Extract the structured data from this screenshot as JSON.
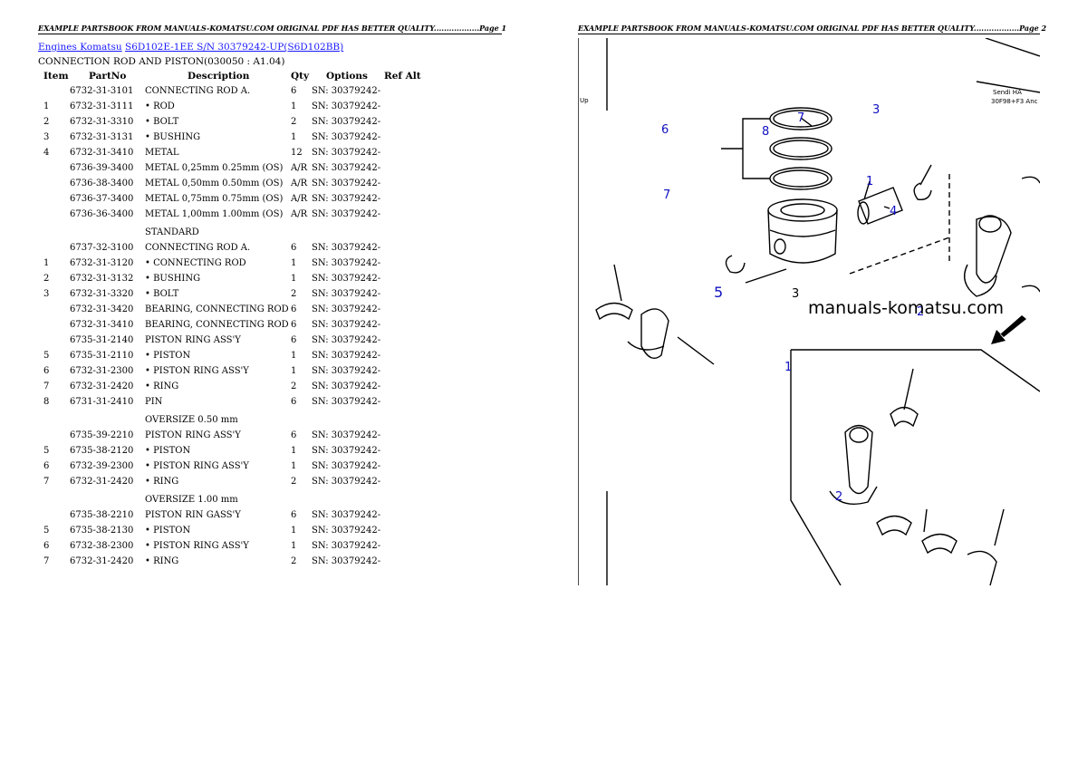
{
  "page1": {
    "header": "EXAMPLE PARTSBOOK FROM MANUALS-KOMATSU.COM ORIGINAL PDF HAS BETTER QUALITY..................Page 1",
    "breadcrumb": {
      "link1": "Engines Komatsu",
      "link2": "S6D102E-1EE S/N 30379242-UP(S6D102BB)"
    },
    "section_title": "CONNECTION ROD AND PISTON(030050 : A1.04)",
    "columns": {
      "item": "Item",
      "partno": "PartNo",
      "description": "Description",
      "qty": "Qty",
      "options": "Options",
      "refalt": "Ref Alt"
    },
    "rows": [
      {
        "item": "",
        "part": "6732-31-3101",
        "desc": "CONNECTING ROD A.",
        "qty": "6",
        "opt": "SN: 30379242-"
      },
      {
        "item": "1",
        "part": "6732-31-3111",
        "desc": "• ROD",
        "qty": "1",
        "opt": "SN: 30379242-"
      },
      {
        "item": "2",
        "part": "6732-31-3310",
        "desc": "• BOLT",
        "qty": "2",
        "opt": "SN: 30379242-"
      },
      {
        "item": "3",
        "part": "6732-31-3131",
        "desc": "• BUSHING",
        "qty": "1",
        "opt": "SN: 30379242-"
      },
      {
        "item": "4",
        "part": "6732-31-3410",
        "desc": "METAL",
        "qty": "12",
        "opt": "SN: 30379242-"
      },
      {
        "item": "",
        "part": "6736-39-3400",
        "desc": "METAL 0,25mm 0.25mm (OS)",
        "qty": "A/R",
        "opt": "SN: 30379242-"
      },
      {
        "item": "",
        "part": "6736-38-3400",
        "desc": "METAL 0,50mm 0.50mm (OS)",
        "qty": "A/R",
        "opt": "SN: 30379242-"
      },
      {
        "item": "",
        "part": "6736-37-3400",
        "desc": "METAL 0,75mm 0.75mm (OS)",
        "qty": "A/R",
        "opt": "SN: 30379242-"
      },
      {
        "item": "",
        "part": "6736-36-3400",
        "desc": "METAL 1,00mm 1.00mm (OS)",
        "qty": "A/R",
        "opt": "SN: 30379242-",
        "note": "STANDARD"
      },
      {
        "item": "",
        "part": "6737-32-3100",
        "desc": "CONNECTING ROD A.",
        "qty": "6",
        "opt": "SN: 30379242-"
      },
      {
        "item": "1",
        "part": "6732-31-3120",
        "desc": "• CONNECTING ROD",
        "qty": "1",
        "opt": "SN: 30379242-"
      },
      {
        "item": "2",
        "part": "6732-31-3132",
        "desc": "• BUSHING",
        "qty": "1",
        "opt": "SN: 30379242-"
      },
      {
        "item": "3",
        "part": "6732-31-3320",
        "desc": "• BOLT",
        "qty": "2",
        "opt": "SN: 30379242-"
      },
      {
        "item": "",
        "part": "6732-31-3420",
        "desc": "BEARING, CONNECTING ROD",
        "qty": "6",
        "opt": "SN: 30379242-"
      },
      {
        "item": "",
        "part": "6732-31-3410",
        "desc": "BEARING, CONNECTING ROD",
        "qty": "6",
        "opt": "SN: 30379242-"
      },
      {
        "item": "",
        "part": "6735-31-2140",
        "desc": "PISTON RING ASS'Y",
        "qty": "6",
        "opt": "SN: 30379242-"
      },
      {
        "item": "5",
        "part": "6735-31-2110",
        "desc": "• PISTON",
        "qty": "1",
        "opt": "SN: 30379242-"
      },
      {
        "item": "6",
        "part": "6732-31-2300",
        "desc": "• PISTON RING ASS'Y",
        "qty": "1",
        "opt": "SN: 30379242-"
      },
      {
        "item": "7",
        "part": "6732-31-2420",
        "desc": "• RING",
        "qty": "2",
        "opt": "SN: 30379242-"
      },
      {
        "item": "8",
        "part": "6731-31-2410",
        "desc": "PIN",
        "qty": "6",
        "opt": "SN: 30379242-",
        "note": "OVERSIZE 0.50 mm"
      },
      {
        "item": "",
        "part": "6735-39-2210",
        "desc": "PISTON RING ASS'Y",
        "qty": "6",
        "opt": "SN: 30379242-"
      },
      {
        "item": "5",
        "part": "6735-38-2120",
        "desc": "• PISTON",
        "qty": "1",
        "opt": "SN: 30379242-"
      },
      {
        "item": "6",
        "part": "6732-39-2300",
        "desc": "• PISTON RING ASS'Y",
        "qty": "1",
        "opt": "SN: 30379242-"
      },
      {
        "item": "7",
        "part": "6732-31-2420",
        "desc": "• RING",
        "qty": "2",
        "opt": "SN: 30379242-",
        "note": "OVERSIZE 1.00 mm"
      },
      {
        "item": "",
        "part": "6735-38-2210",
        "desc": "PISTON RIN GASS'Y",
        "qty": "6",
        "opt": "SN: 30379242-"
      },
      {
        "item": "5",
        "part": "6735-38-2130",
        "desc": "• PISTON",
        "qty": "1",
        "opt": "SN: 30379242-"
      },
      {
        "item": "6",
        "part": "6732-38-2300",
        "desc": "• PISTON RING ASS'Y",
        "qty": "1",
        "opt": "SN: 30379242-"
      },
      {
        "item": "7",
        "part": "6732-31-2420",
        "desc": "• RING",
        "qty": "2",
        "opt": "SN: 30379242-"
      }
    ]
  },
  "page2": {
    "header": "EXAMPLE PARTSBOOK FROM MANUALS-KOMATSU.COM ORIGINAL PDF HAS BETTER QUALITY..................Page 2",
    "watermark": "manuals-komatsu.com",
    "corner_label_1": "Up",
    "corner_label_2": "Sendi HA",
    "corner_label_3": "30F98+F3 Anc",
    "callouts": [
      "7",
      "8",
      "3",
      "6",
      "1",
      "7",
      "4",
      "5",
      "3",
      "2",
      "1",
      "2"
    ]
  }
}
